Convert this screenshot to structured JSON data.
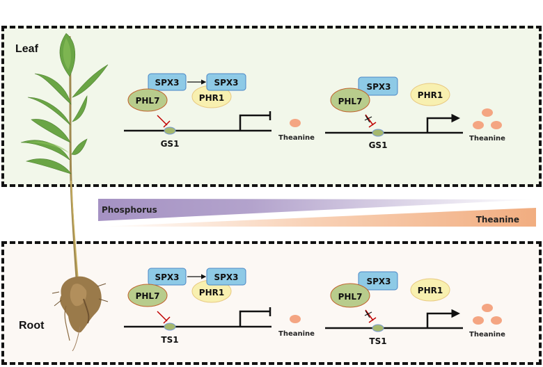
{
  "panels": {
    "leaf": {
      "label": "Leaf",
      "low_phosphorus_state": {
        "spx3_bound": "SPX3",
        "spx3_free": "SPX3",
        "phl7": "PHL7",
        "phr1": "PHR1",
        "gene": "GS1",
        "product": "Theanine"
      },
      "high_state": {
        "spx3": "SPX3",
        "phl7": "PHL7",
        "phr1": "PHR1",
        "gene": "GS1",
        "product": "Theanine"
      }
    },
    "root": {
      "label": "Root",
      "low_phosphorus_state": {
        "spx3_bound": "SPX3",
        "spx3_free": "SPX3",
        "phl7": "PHL7",
        "phr1": "PHR1",
        "gene": "TS1",
        "product": "Theanine"
      },
      "high_state": {
        "spx3": "SPX3",
        "phl7": "PHL7",
        "phr1": "PHR1",
        "gene": "TS1",
        "product": "Theanine"
      }
    }
  },
  "gradient": {
    "left_label": "Phosphorus",
    "right_label": "Theanine"
  },
  "colors": {
    "spx3_fill": "#8ecae6",
    "spx3_stroke": "#4a86c5",
    "phl7_fill": "#b8cc8c",
    "phl7_stroke": "#c0602a",
    "phr1_fill": "#f8f0b0",
    "phr1_stroke": "#e8c880",
    "theanine_fill": "#f4a582",
    "inhibit": "#c00000",
    "phosphorus_grad": "#a894c4",
    "theanine_grad": "#f2b081"
  }
}
